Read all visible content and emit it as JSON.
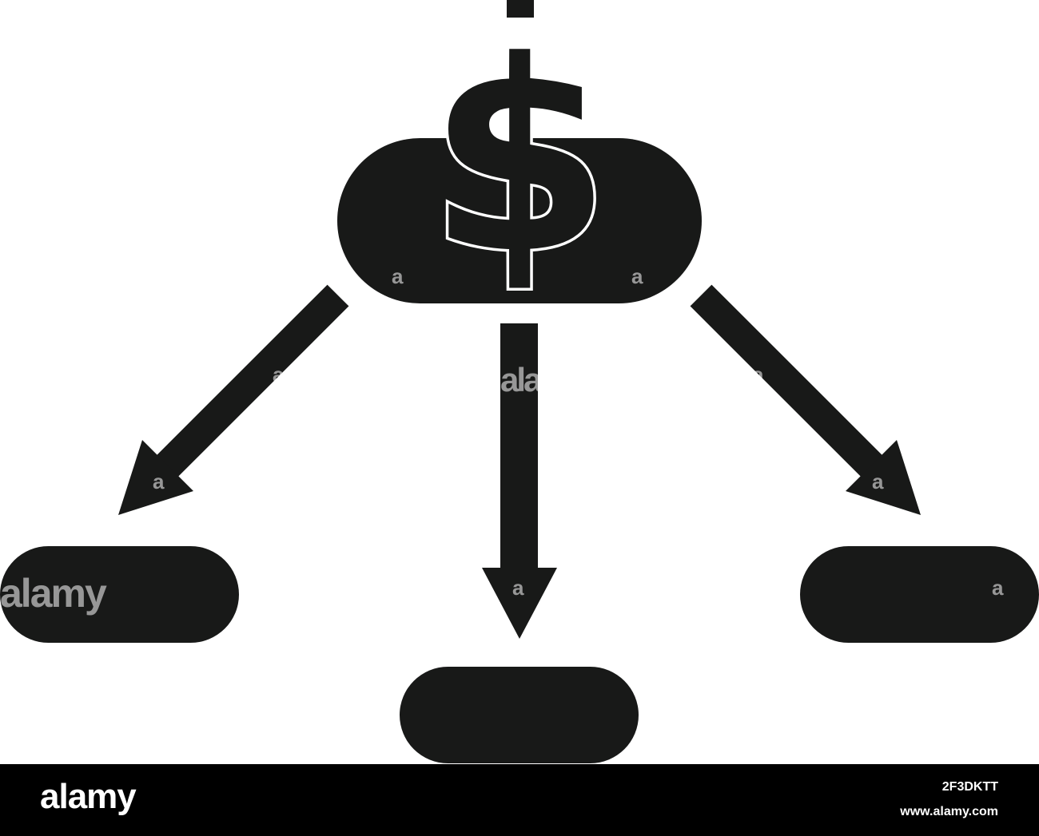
{
  "colors": {
    "ink": "#181918",
    "background": "#ffffff",
    "footer_background": "#000000",
    "footer_text": "#ffffff"
  },
  "icon": {
    "name": "money-distribution-icon",
    "symbol": "$"
  },
  "nodes": [
    {
      "name": "source-node",
      "role": "source"
    },
    {
      "name": "target-node-left",
      "role": "target"
    },
    {
      "name": "target-node-center",
      "role": "target"
    },
    {
      "name": "target-node-right",
      "role": "target"
    }
  ],
  "edges": [
    {
      "from": "source-node",
      "to": "target-node-left"
    },
    {
      "from": "source-node",
      "to": "target-node-center"
    },
    {
      "from": "source-node",
      "to": "target-node-right"
    }
  ],
  "watermark": {
    "brand": "alamy",
    "glyph": "a"
  },
  "footer": {
    "logo": "alamy",
    "image_id": "2F3DKTT",
    "site": "www.alamy.com"
  }
}
